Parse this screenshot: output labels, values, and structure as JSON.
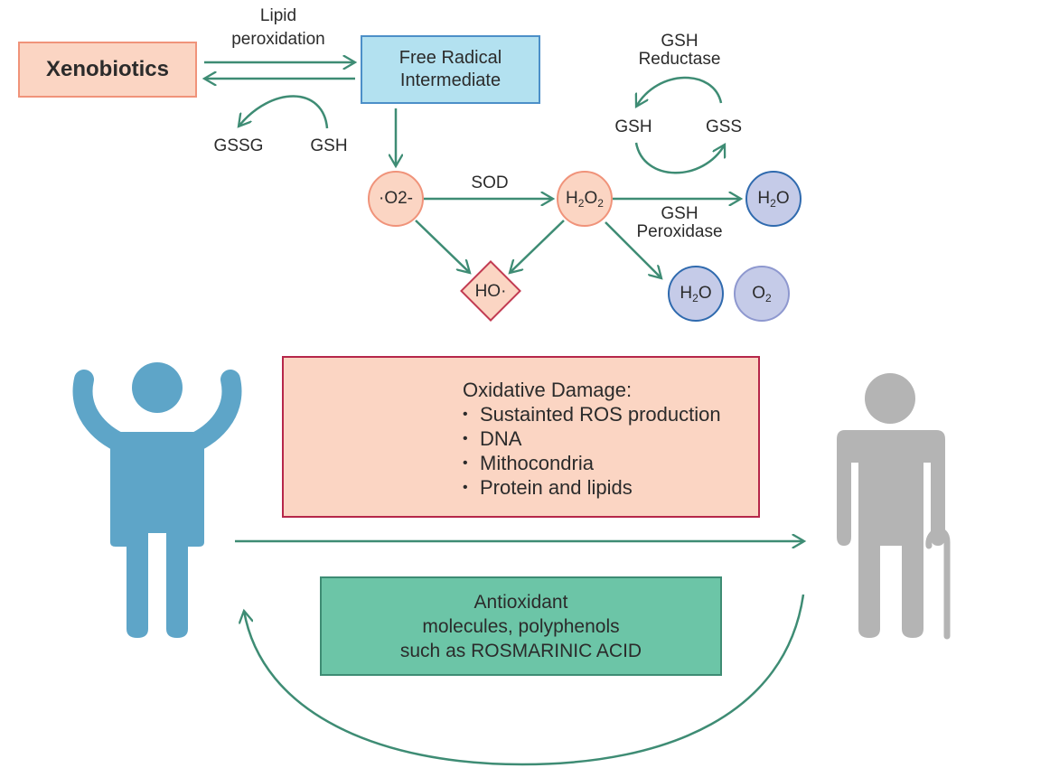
{
  "nodes": {
    "xenobiotics": "Xenobiotics",
    "free_radical": [
      "Free Radical",
      "Intermediate"
    ],
    "o2_radical": "·O2-",
    "h2o2": {
      "main1": "H",
      "sub1": "2",
      "main2": "O",
      "sub2": "2"
    },
    "hydroxyl": "HO·",
    "water_top": {
      "main1": "H",
      "sub1": "2",
      "main2": "O"
    },
    "water_bottom": {
      "main1": "H",
      "sub1": "2",
      "main2": "O"
    },
    "oxygen": {
      "main1": "O",
      "sub1": "2"
    }
  },
  "labels": {
    "lipid": [
      "Lipid",
      "peroxidation"
    ],
    "gssg": "GSSG",
    "gsh_left": "GSH",
    "sod": "SOD",
    "gsh_reductase": [
      "GSH",
      "Reductase"
    ],
    "gsh_cycle": "GSH",
    "gss_cycle": "GSS",
    "gsh_peroxidase": [
      "GSH",
      "Peroxidase"
    ]
  },
  "damage": {
    "title": "Oxidative Damage:",
    "items": [
      "Sustainted ROS production",
      "DNA",
      "Mithocondria",
      "Protein and lipids"
    ]
  },
  "antioxidant": [
    "Antioxidant",
    "molecules, polyphenols",
    "such as ROSMARINIC ACID"
  ],
  "colors": {
    "arrow": "#3e8c74",
    "pink_fill": "#fbd5c3",
    "pink_border": "#f0937a",
    "light_blue_fill": "#b3e1f0",
    "light_blue_border": "#4c8fc8",
    "damage_border": "#b6274a",
    "hourglass_green": "#6cc5a7",
    "hourglass_dark": "#3e8c74",
    "young_person": "#5ea5c8",
    "old_person": "#b4b4b4",
    "water_fill": "#c5cbe8",
    "water_border": "#2f6aae",
    "oxygen_border": "#8e98cf",
    "hydroxyl_border": "#c23b52",
    "antioxidant_fill": "#6cc5a7",
    "antioxidant_border": "#3e8c74"
  }
}
